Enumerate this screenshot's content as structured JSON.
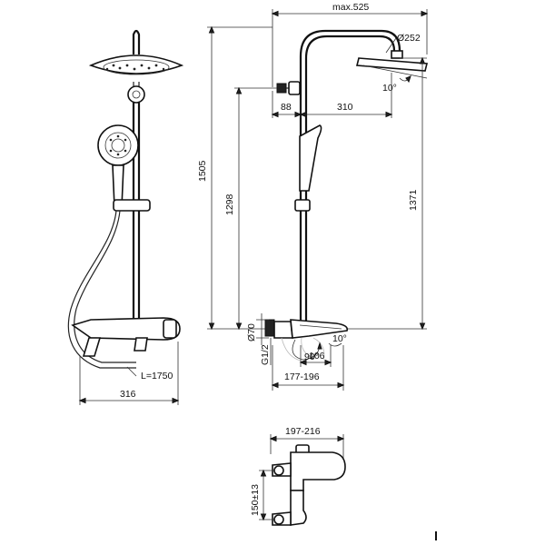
{
  "dimensions": {
    "max_width": "max.525",
    "head_diameter": "Ø252",
    "head_tilt": "10°",
    "arm_offset": "88",
    "arm_length": "310",
    "total_height": "1505",
    "bar_height": "1298",
    "head_height": "1371",
    "inlet_diameter": "Ø70",
    "thread": "G1/2",
    "lever_angle": "90°",
    "spout_tilt": "10°",
    "spout_projection": "106",
    "body_depth": "177-196",
    "hose_length": "L=1750",
    "front_width": "316",
    "bottom_width": "197-216",
    "connection_spacing": "150±13"
  },
  "colors": {
    "line": "#222222",
    "background": "#ffffff"
  },
  "icons": [
    "shower-head-icon",
    "hand-shower-icon",
    "thermostat-mixer-icon"
  ]
}
